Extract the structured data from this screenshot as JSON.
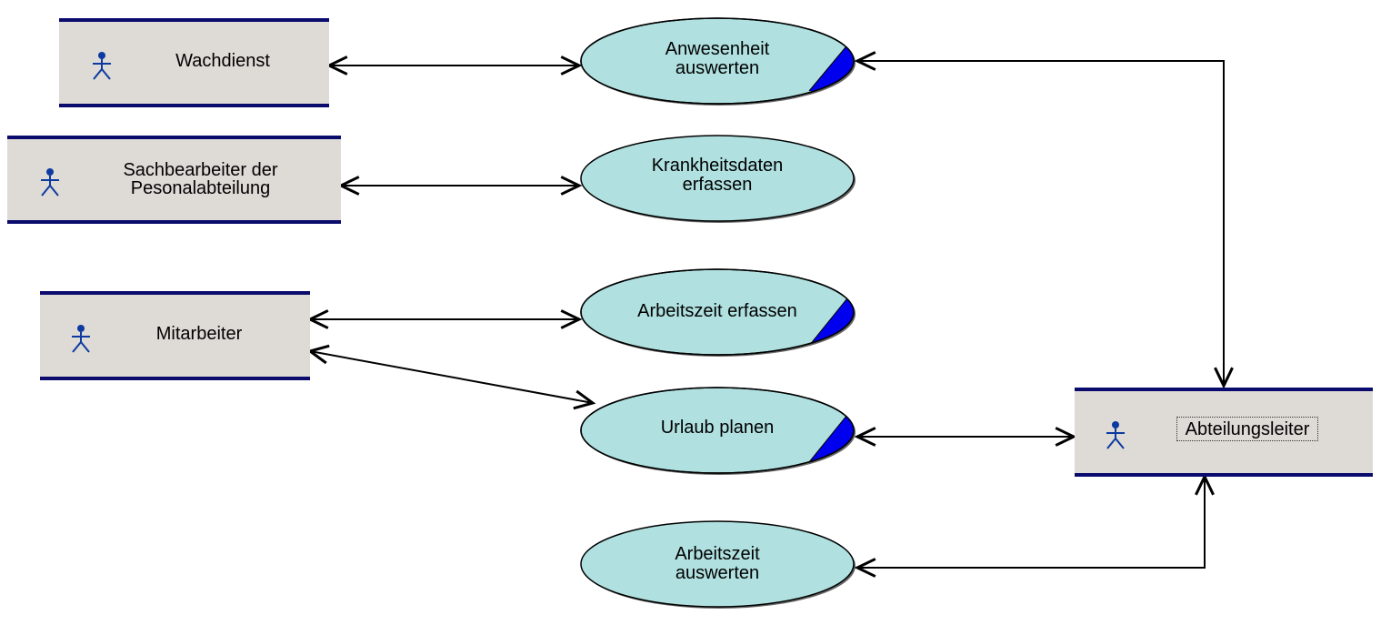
{
  "diagram": {
    "actors": [
      {
        "id": "wachdienst",
        "label": "Wachdienst"
      },
      {
        "id": "sachbearbeiter",
        "label": "Sachbearbeiter der\nPesonalabteilung"
      },
      {
        "id": "mitarbeiter",
        "label": "Mitarbeiter"
      },
      {
        "id": "abteilungsleiter",
        "label": "Abteilungsleiter"
      }
    ],
    "use_cases": [
      {
        "id": "anwesenheit",
        "label": "Anwesenheit\nauswerten",
        "marked": true
      },
      {
        "id": "krankheitsdaten",
        "label": "Krankheitsdaten\nerfassen",
        "marked": false
      },
      {
        "id": "arbeitszeit-erfassen",
        "label": "Arbeitszeit erfassen",
        "marked": true
      },
      {
        "id": "urlaub",
        "label": "Urlaub planen",
        "marked": true
      },
      {
        "id": "arbeitszeit-auswerten",
        "label": "Arbeitszeit\nauswerten",
        "marked": false
      }
    ],
    "colors": {
      "actor_fill": "#dedad6",
      "actor_border": "#0b0b6e",
      "actor_icon": "#0d3aa0",
      "usecase_fill": "#b0e0e0",
      "usecase_marker": "#0000ee",
      "connector": "#000000"
    }
  }
}
